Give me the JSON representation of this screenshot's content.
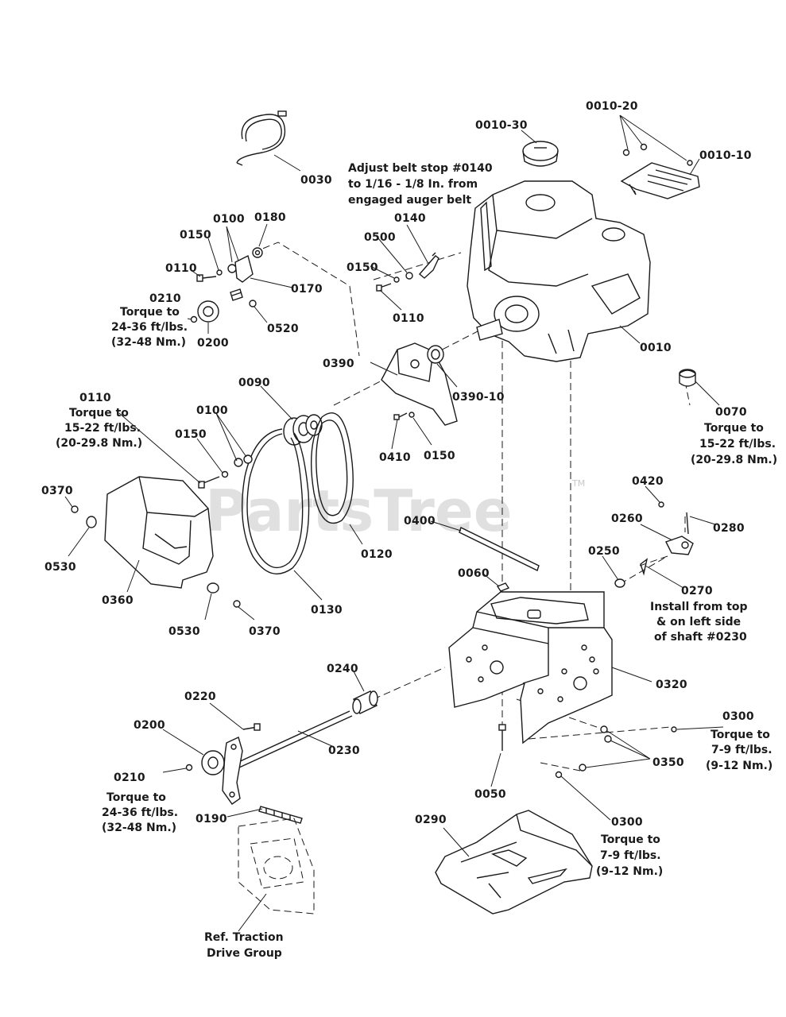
{
  "watermark": {
    "text": "PartsTree",
    "trademark": "TM"
  },
  "parts": [
    {
      "id": "p0010-30",
      "label": "0010-30"
    },
    {
      "id": "p0010-20",
      "label": "0010-20"
    },
    {
      "id": "p0010-10",
      "label": "0010-10"
    },
    {
      "id": "p0030",
      "label": "0030"
    },
    {
      "id": "p0100a",
      "label": "0100"
    },
    {
      "id": "p0180",
      "label": "0180"
    },
    {
      "id": "p0150a",
      "label": "0150"
    },
    {
      "id": "p0110a",
      "label": "0110"
    },
    {
      "id": "p0170",
      "label": "0170"
    },
    {
      "id": "p0210a",
      "label": "0210"
    },
    {
      "id": "p0200a",
      "label": "0200"
    },
    {
      "id": "p0520",
      "label": "0520"
    },
    {
      "id": "p0140",
      "label": "0140"
    },
    {
      "id": "p0500",
      "label": "0500"
    },
    {
      "id": "p0150b",
      "label": "0150"
    },
    {
      "id": "p0110b",
      "label": "0110"
    },
    {
      "id": "p0010",
      "label": "0010"
    },
    {
      "id": "p0390",
      "label": "0390"
    },
    {
      "id": "p0390-10",
      "label": "0390-10"
    },
    {
      "id": "p0090",
      "label": "0090"
    },
    {
      "id": "p0100b",
      "label": "0100"
    },
    {
      "id": "p0110c",
      "label": "0110"
    },
    {
      "id": "p0150c",
      "label": "0150"
    },
    {
      "id": "p0410",
      "label": "0410"
    },
    {
      "id": "p0150d",
      "label": "0150"
    },
    {
      "id": "p0070",
      "label": "0070"
    },
    {
      "id": "p0370a",
      "label": "0370"
    },
    {
      "id": "p0530a",
      "label": "0530"
    },
    {
      "id": "p0360",
      "label": "0360"
    },
    {
      "id": "p0530b",
      "label": "0530"
    },
    {
      "id": "p0370b",
      "label": "0370"
    },
    {
      "id": "p0130",
      "label": "0130"
    },
    {
      "id": "p0120",
      "label": "0120"
    },
    {
      "id": "p0400",
      "label": "0400"
    },
    {
      "id": "p0420",
      "label": "0420"
    },
    {
      "id": "p0260",
      "label": "0260"
    },
    {
      "id": "p0280",
      "label": "0280"
    },
    {
      "id": "p0250",
      "label": "0250"
    },
    {
      "id": "p0270",
      "label": "0270"
    },
    {
      "id": "p0060",
      "label": "0060"
    },
    {
      "id": "p0320",
      "label": "0320"
    },
    {
      "id": "p0240",
      "label": "0240"
    },
    {
      "id": "p0220",
      "label": "0220"
    },
    {
      "id": "p0200b",
      "label": "0200"
    },
    {
      "id": "p0230",
      "label": "0230"
    },
    {
      "id": "p0210b",
      "label": "0210"
    },
    {
      "id": "p0300a",
      "label": "0300"
    },
    {
      "id": "p0350",
      "label": "0350"
    },
    {
      "id": "p0300b",
      "label": "0300"
    },
    {
      "id": "p0050",
      "label": "0050"
    },
    {
      "id": "p0190",
      "label": "0190"
    },
    {
      "id": "p0290",
      "label": "0290"
    }
  ],
  "notes": {
    "belt_stop": [
      "Adjust belt stop #0140",
      "to 1/16 - 1/8 In. from",
      "engaged auger belt"
    ],
    "torque_0210_top": [
      "Torque to",
      "24-36 ft/lbs.",
      "(32-48 Nm.)"
    ],
    "torque_0110": [
      "Torque to",
      "15-22 ft/lbs.",
      "(20-29.8 Nm.)"
    ],
    "torque_0070": [
      "Torque to",
      "15-22 ft/lbs.",
      "(20-29.8 Nm.)"
    ],
    "install_0270": [
      "Install from top",
      "& on left side",
      "of shaft #0230"
    ],
    "torque_0300_top": [
      "Torque to",
      "7-9 ft/lbs.",
      "(9-12 Nm.)"
    ],
    "torque_0210_bottom": [
      "Torque to",
      "24-36 ft/lbs.",
      "(32-48 Nm.)"
    ],
    "torque_0300_bottom": [
      "Torque to",
      "7-9 ft/lbs.",
      "(9-12 Nm.)"
    ],
    "traction_ref": [
      "Ref. Traction",
      "Drive Group"
    ]
  }
}
